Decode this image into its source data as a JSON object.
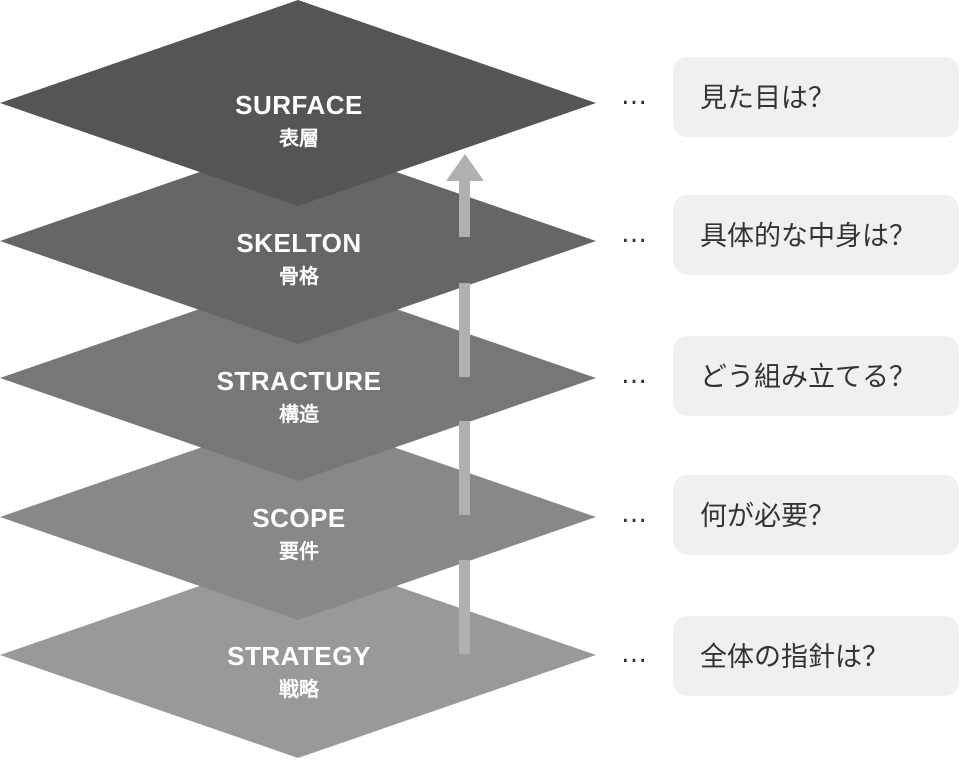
{
  "layers": [
    {
      "en": "SURFACE",
      "ja": "表層",
      "question": "見た目は？",
      "color": "#555555"
    },
    {
      "en": "SKELTON",
      "ja": "骨格",
      "question": "具体的な中身は？",
      "color": "#666666"
    },
    {
      "en": "STRACTURE",
      "ja": "構造",
      "question": "どう組み立てる？",
      "color": "#777777"
    },
    {
      "en": "SCOPE",
      "ja": "要件",
      "question": "何が必要？",
      "color": "#888888"
    },
    {
      "en": "STRATEGY",
      "ja": "戦略",
      "question": "全体の指針は？",
      "color": "#999999"
    }
  ],
  "ellipsis": "…",
  "arrow_color": "#b0b0b0"
}
